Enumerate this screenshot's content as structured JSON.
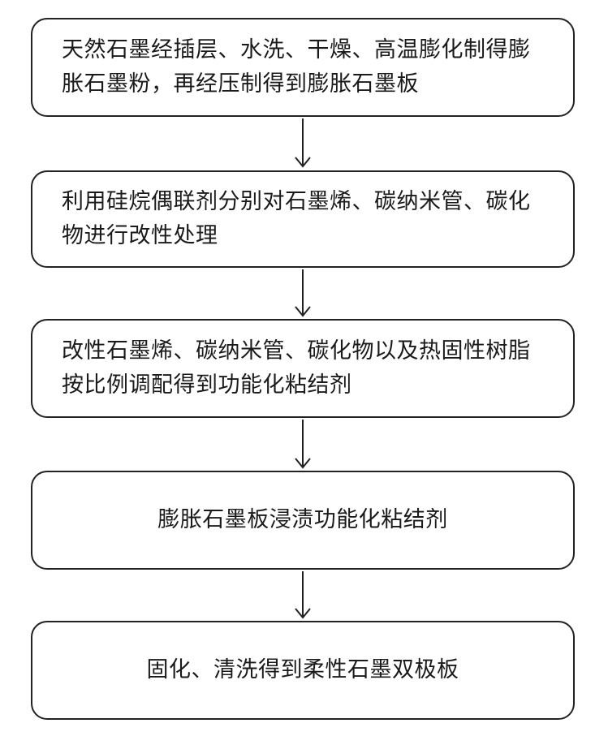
{
  "steps": [
    {
      "text": "天然石墨经插层、水洗、干燥、高温膨化制得膨胀石墨粉，再经压制得到膨胀石墨板"
    },
    {
      "text": "利用硅烷偶联剂分别对石墨烯、碳纳米管、碳化物进行改性处理"
    },
    {
      "text": "改性石墨烯、碳纳米管、碳化物以及热固性树脂按比例调配得到功能化粘结剂"
    },
    {
      "text": "膨胀石墨板浸渍功能化粘结剂"
    },
    {
      "text": "固化、清洗得到柔性石墨双极板"
    }
  ],
  "colors": {
    "border": "#222222",
    "text": "#1a1a1a",
    "background": "#ffffff"
  }
}
